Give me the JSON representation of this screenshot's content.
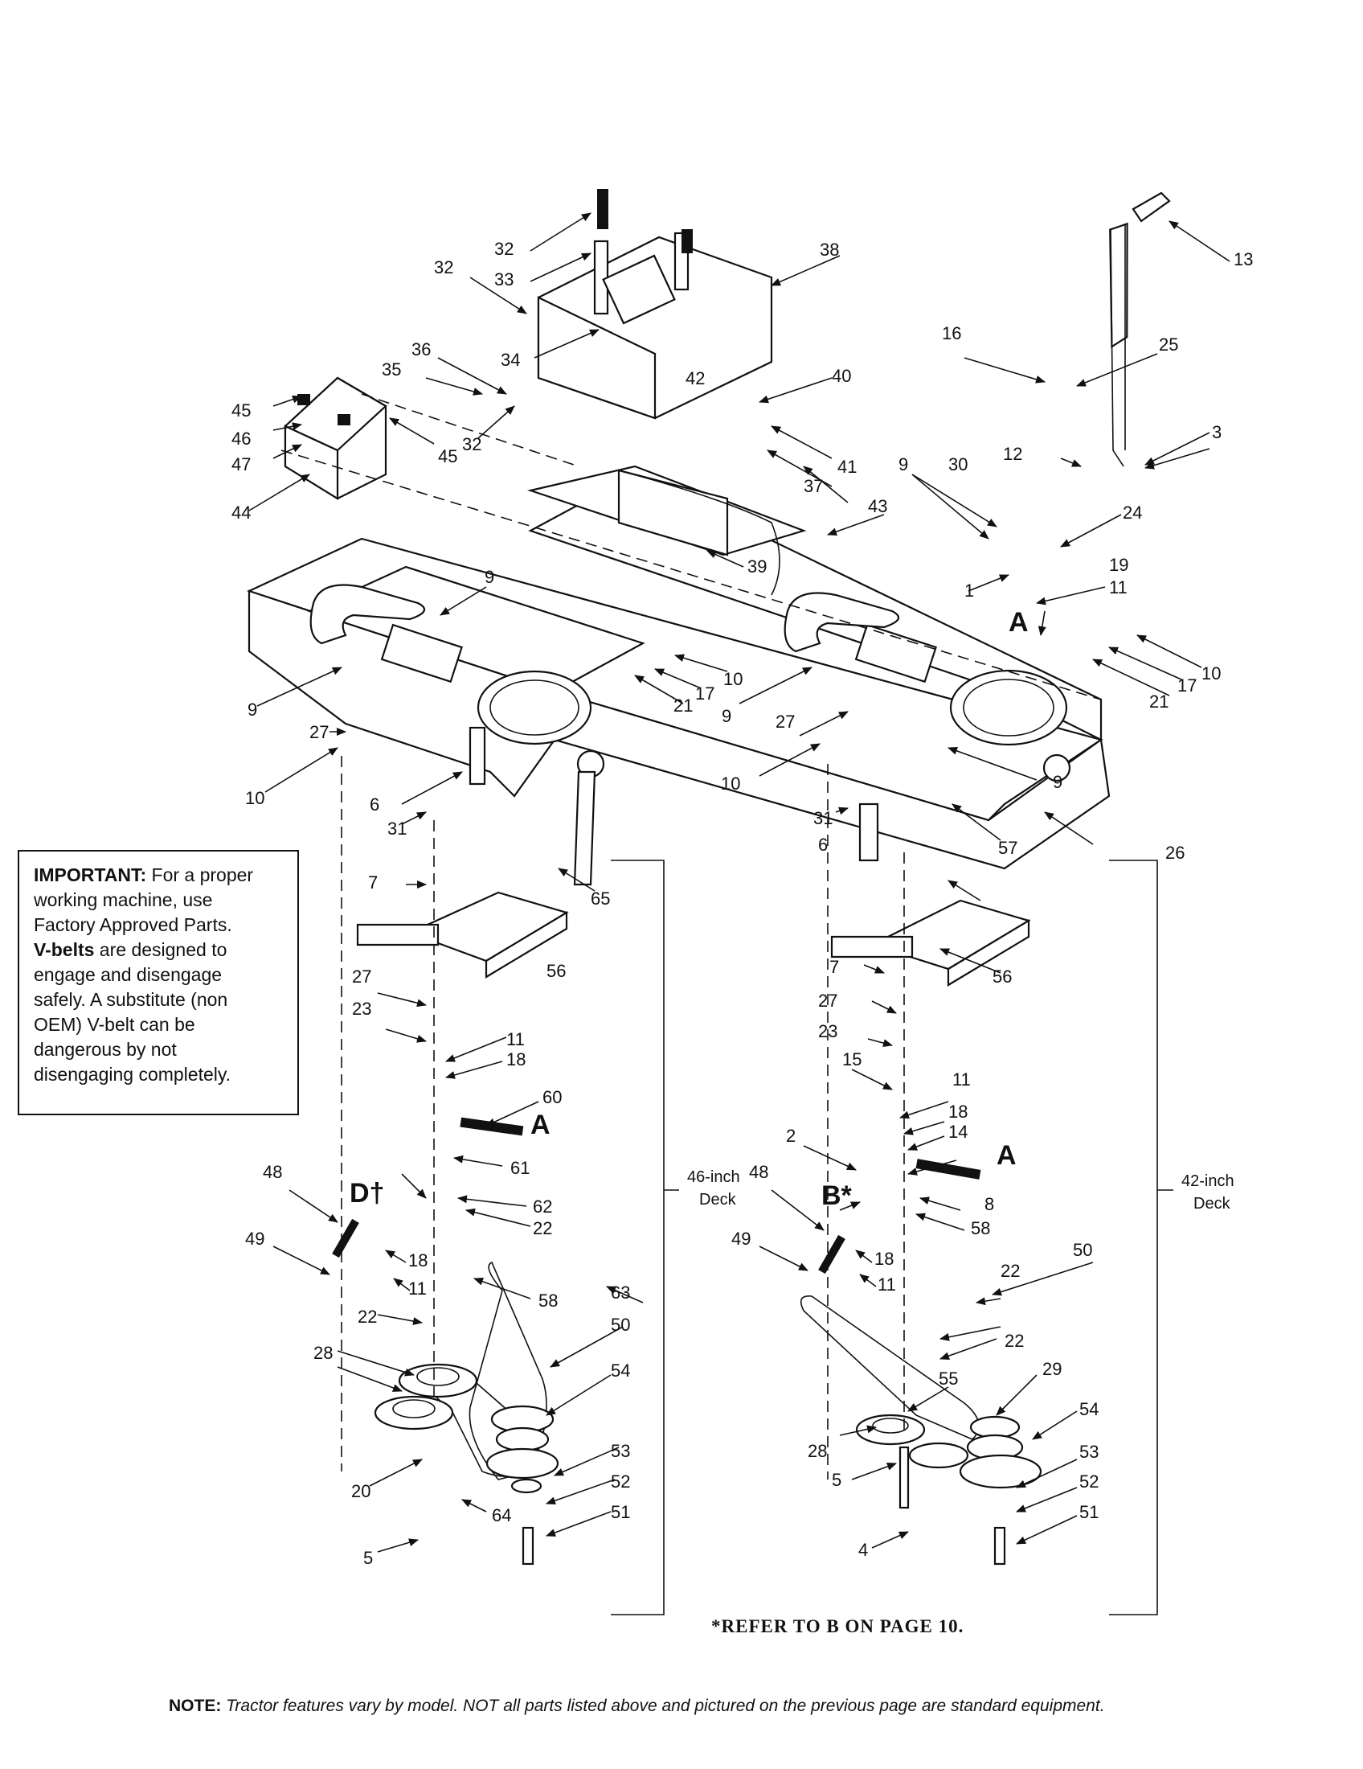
{
  "important": {
    "head": "IMPORTANT:",
    "line1_rest": " For a proper",
    "line2": "working machine, use",
    "line3": "Factory Approved Parts.",
    "vbelts": "V-belts",
    "line4_rest": " are designed to",
    "line5": "engage and disengage",
    "line6": "safely. A substitute (non",
    "line7": "OEM) V-belt can be",
    "line8": "dangerous by not",
    "line9": "disengaging completely."
  },
  "refer_note": "*REFER TO B ON PAGE 10.",
  "bottom_note": {
    "head": "NOTE:",
    "text": " Tractor features vary by model. NOT all parts listed above and pictured on the previous page are standard equipment."
  },
  "decks": {
    "left_line1": "46-inch",
    "left_line2": "Deck",
    "right_line1": "42-inch",
    "right_line2": "Deck"
  },
  "callouts": {
    "c32a": "32",
    "c33": "33",
    "c38": "38",
    "c13": "13",
    "c32b": "32",
    "c16": "16",
    "c25": "25",
    "c36": "36",
    "c35": "35",
    "c34": "34",
    "c42": "42",
    "c40": "40",
    "c45a": "45",
    "c46": "46",
    "c47": "47",
    "c45b": "45",
    "c44": "44",
    "c32c": "32",
    "c41": "41",
    "c37": "37",
    "c3": "3",
    "c12": "12",
    "c30": "30",
    "c9a": "9",
    "c24": "24",
    "c43": "43",
    "c39": "39",
    "c19": "19",
    "c1": "1",
    "c11a": "11",
    "c9b": "9",
    "c10a": "10",
    "c17a": "17",
    "c21a": "21",
    "c10b": "10",
    "c17b": "17",
    "c21b": "21",
    "c9c": "9",
    "c9d": "9",
    "c27a": "27",
    "c27b": "27",
    "c10c": "10",
    "c10d": "10",
    "c6a": "6",
    "c31a": "31",
    "c9e": "9",
    "c31b": "31",
    "c6b": "6",
    "c57": "57",
    "c26": "26",
    "c7a": "7",
    "c65": "65",
    "c56a": "56",
    "c56b": "56",
    "c7b": "7",
    "c27c": "27",
    "c23a": "23",
    "c27d": "27",
    "c23b": "23",
    "c11b": "11",
    "c18a": "18",
    "c60": "60",
    "c15a": "15",
    "c11c": "11",
    "c18b": "18",
    "c14": "14",
    "c61": "61",
    "c62": "62",
    "c2": "2",
    "c8": "8",
    "c48a": "48",
    "c48b": "48",
    "c58a": "58",
    "c49a": "49",
    "c22a": "22",
    "c49b": "49",
    "c18c": "18",
    "c11d": "11",
    "c18d": "18",
    "c11e": "11",
    "c22b": "22",
    "c58b": "58",
    "c63": "63",
    "c50a": "50",
    "c22c": "22",
    "c50b": "50",
    "c28a": "28",
    "c54a": "54",
    "c22d": "22",
    "c29": "29",
    "c55": "55",
    "c54b": "54",
    "c28b": "28",
    "c53a": "53",
    "c20": "20",
    "c52a": "52",
    "c64": "64",
    "c51a": "51",
    "c5a": "5",
    "c5b": "5",
    "c53b": "53",
    "c52b": "52",
    "c4": "4",
    "c51b": "51",
    "lA1": "A",
    "lA2": "A",
    "lA3": "A",
    "lD": "D†",
    "lB": "B*"
  }
}
